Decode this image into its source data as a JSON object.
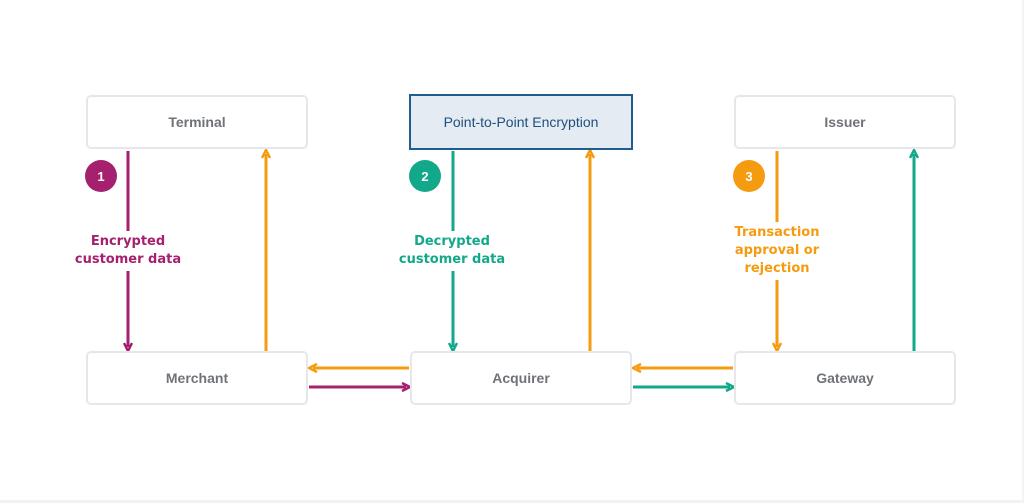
{
  "colors": {
    "purple": "#a5206f",
    "teal": "#12a88a",
    "orange": "#f59b0f",
    "box_border": "#e6e7ea",
    "highlight_fill": "#e4ebf2",
    "highlight_border": "#1f5d8d"
  },
  "nodes": {
    "terminal": "Terminal",
    "p2pe": "Point-to-Point Encryption",
    "issuer": "Issuer",
    "merchant": "Merchant",
    "acquirer": "Acquirer",
    "gateway": "Gateway"
  },
  "steps": [
    {
      "number": "1",
      "label_lines": [
        "Encrypted",
        "customer data"
      ],
      "color": "#a5206f"
    },
    {
      "number": "2",
      "label_lines": [
        "Decrypted",
        "customer data"
      ],
      "color": "#12a88a"
    },
    {
      "number": "3",
      "label_lines": [
        "Transaction",
        "approval or",
        "rejection"
      ],
      "color": "#f59b0f"
    }
  ]
}
